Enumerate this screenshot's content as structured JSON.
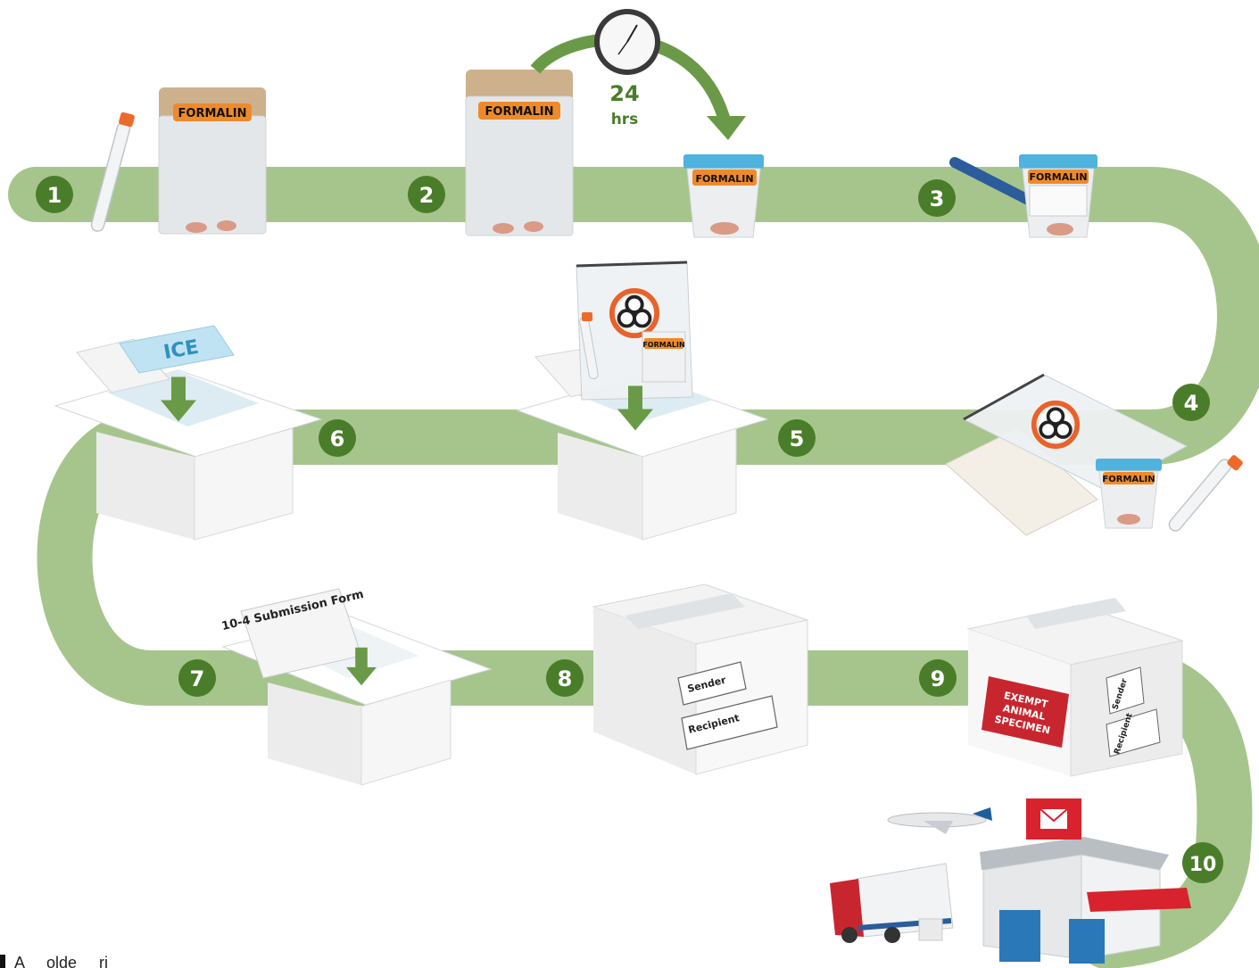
{
  "colors": {
    "path": "#a6c58c",
    "step_circle": "#4a7d2a",
    "arrow": "#6a9a48",
    "formalin_tag": "#ee8a2a",
    "biohazard": "#e8622a",
    "jar_lid": "#cdb08c",
    "cup_lid": "#4fb3de",
    "ice": "#bfe3f2",
    "ice_text": "#2f8fc1",
    "exempt_label": "#c8262f",
    "post_red": "#d8232f",
    "post_blue": "#2b78b8",
    "truck_red": "#c8262f"
  },
  "steps": [
    "1",
    "2",
    "3",
    "4",
    "5",
    "6",
    "7",
    "8",
    "9",
    "10"
  ],
  "labels": {
    "formalin": "FORMALIN",
    "timer_hours": "24",
    "timer_unit": "hrs",
    "ice": "ICE",
    "submission_form": "10-4 Submission Form",
    "sender": "Sender",
    "recipient": "Recipient",
    "exempt_line1": "EXEMPT",
    "exempt_line2": "ANIMAL",
    "exempt_line3": "SPECIMEN"
  },
  "footer": {
    "text": "A     olde     ri"
  },
  "icons": [
    "test-tube-icon",
    "pen-icon",
    "biohazard-icon",
    "clock-icon",
    "airplane-icon",
    "delivery-truck-icon",
    "post-office-icon",
    "envelope-icon"
  ]
}
